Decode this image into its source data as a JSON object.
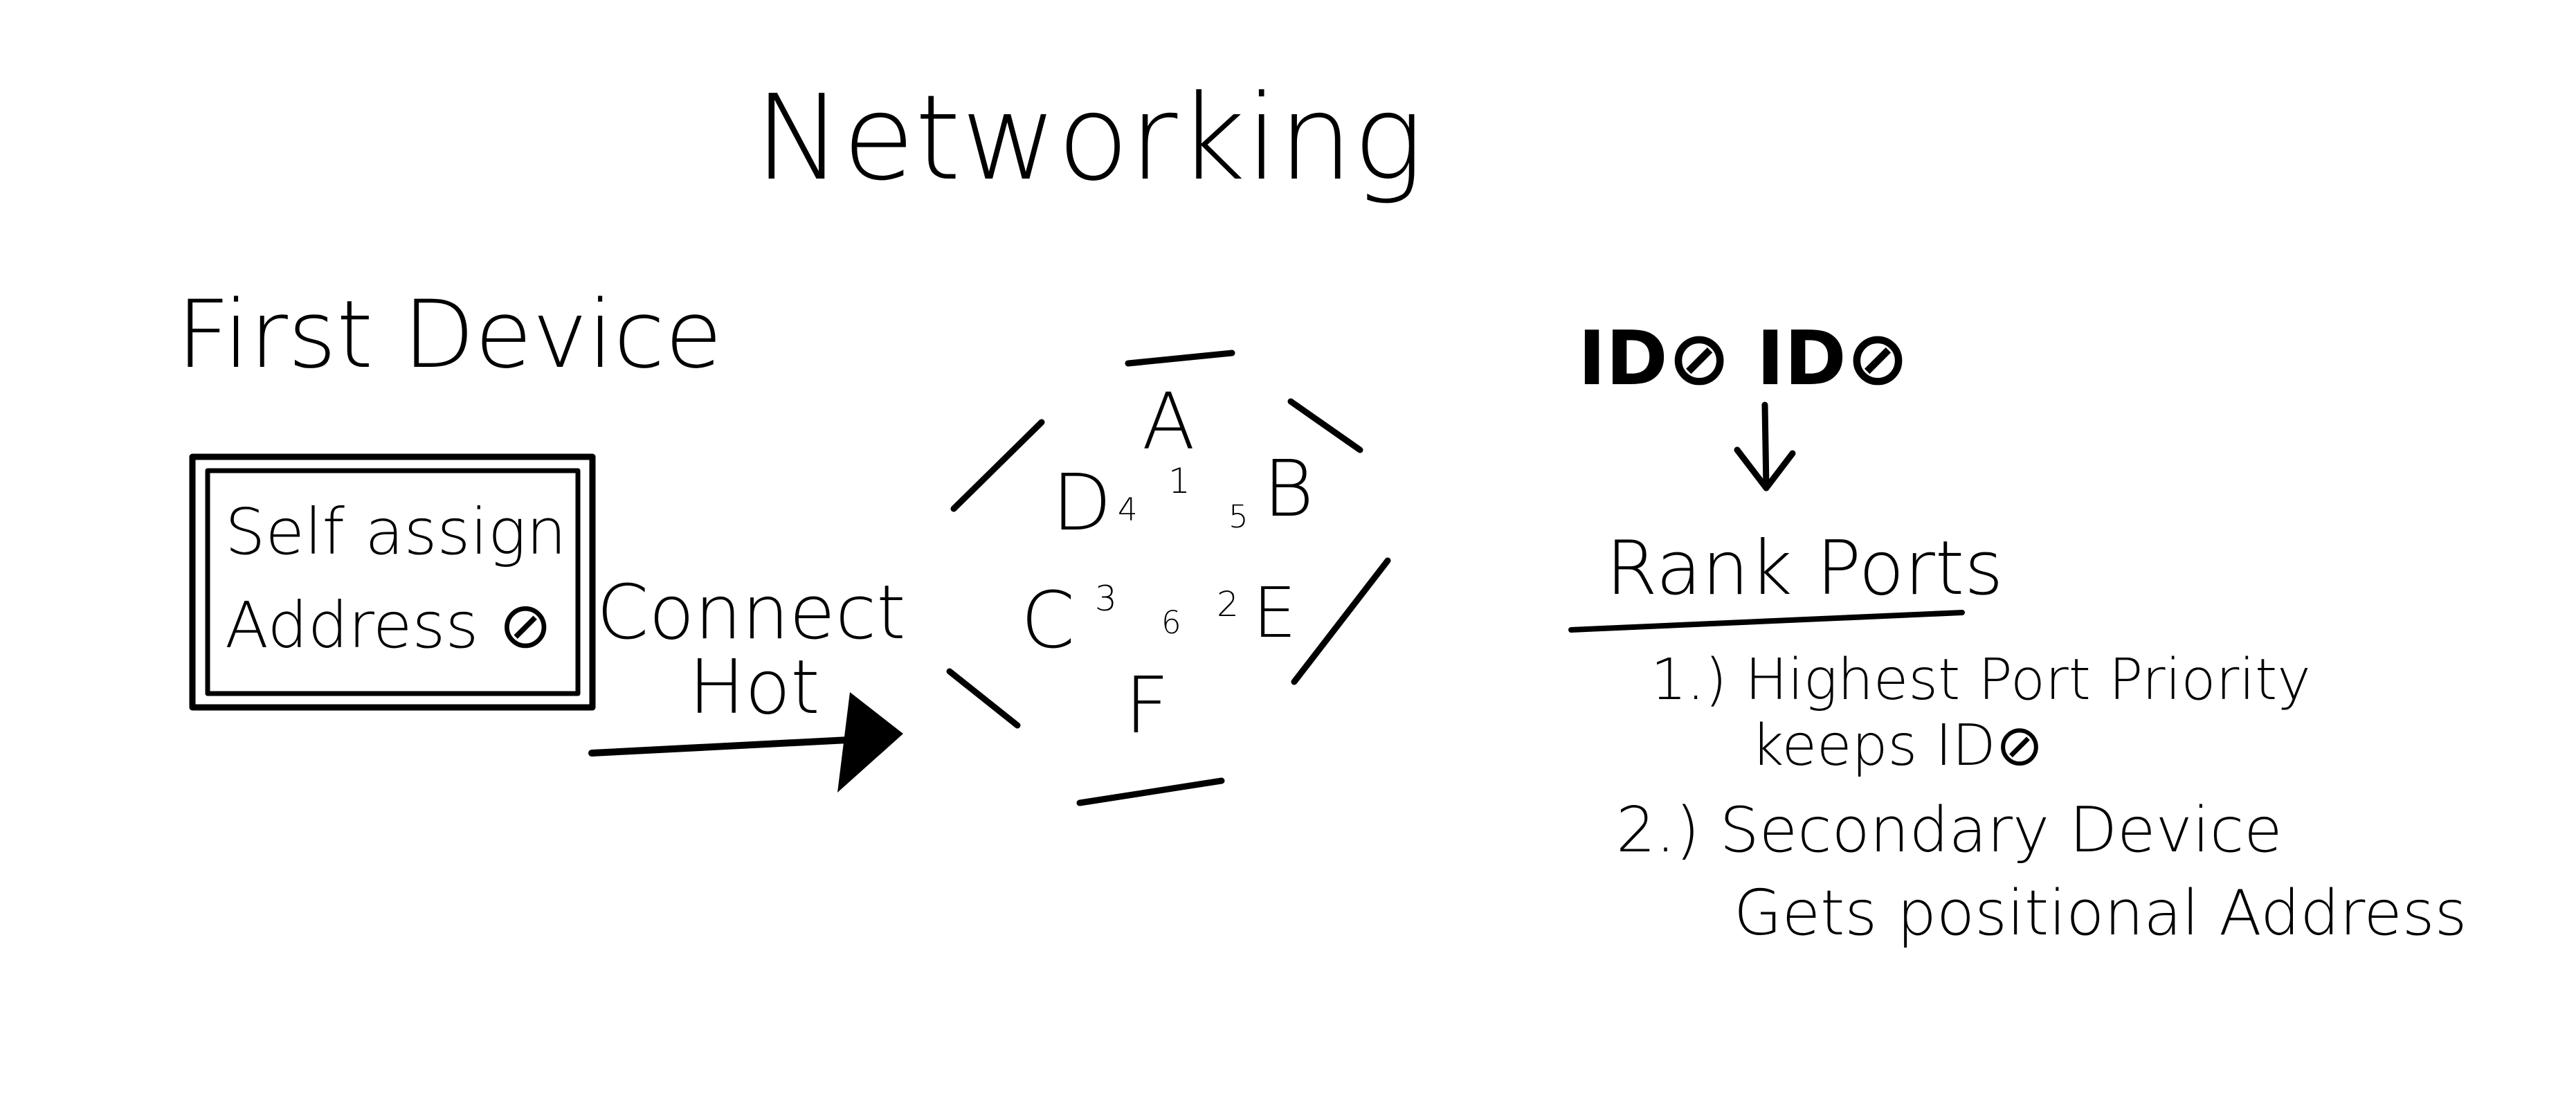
{
  "title": "Networking",
  "left": {
    "heading": "First Device",
    "box_line1": "Self assign",
    "box_line2": "Address ⊘",
    "arrow_label1": "Connect",
    "arrow_label2": "Hot"
  },
  "hexagon": {
    "nodes": [
      "A",
      "B",
      "C",
      "D",
      "E",
      "F"
    ],
    "ports": [
      "1",
      "2",
      "3",
      "4",
      "5",
      "6"
    ]
  },
  "right": {
    "ids": "ID⊘ ID⊘",
    "rank_heading": "Rank Ports",
    "step1_line1": "1.) Highest Port Priority",
    "step1_line2": "keeps ID⊘",
    "step2_line1": "2.) Secondary Device",
    "step2_line2": "Gets positional Address"
  },
  "colors": {
    "ink": "#000000",
    "background": "#ffffff"
  }
}
